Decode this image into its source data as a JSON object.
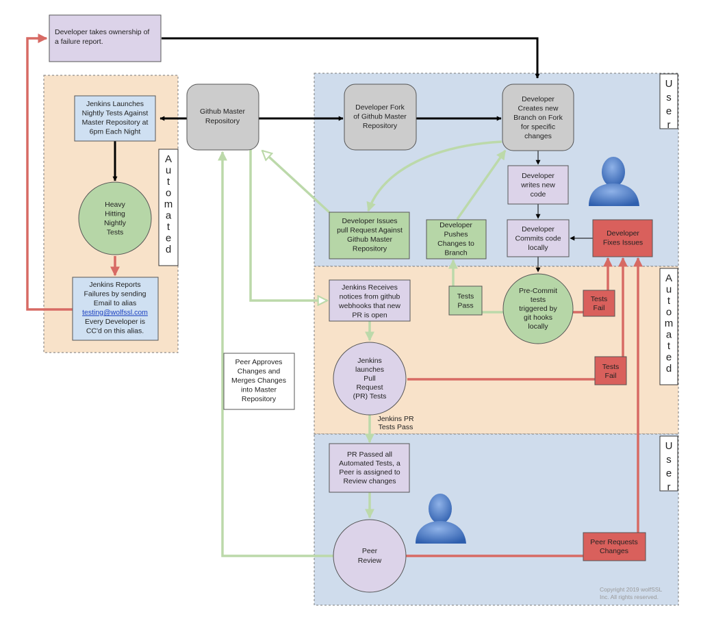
{
  "colors": {
    "user_zone": "#cfdcec",
    "auto_zone": "#f8e2c9",
    "gray_node": "#cccccc",
    "blue_node": "#cfe0f2",
    "purple_node": "#dcd3e9",
    "green_node": "#b6d6a7",
    "red_node": "#d9605c",
    "black_arrow": "#000000",
    "green_arrow": "#bcd9aa",
    "red_arrow": "#d76a64"
  },
  "zones": {
    "user_label": "User",
    "automated_label": "Automated"
  },
  "nodes": {
    "ownership": [
      "Developer takes ownership of",
      "a failure report."
    ],
    "jenkins_nightly": [
      "Jenkins Launches",
      "Nightly Tests Against",
      "Master Repository at",
      "6pm Each Night"
    ],
    "heavy_tests": [
      "Heavy",
      "Hitting",
      "Nightly",
      "Tests"
    ],
    "jenkins_reports_1": [
      "Jenkins Reports",
      "Failures by sending",
      "Email to alias"
    ],
    "jenkins_reports_email": "testing@wolfssl.com",
    "jenkins_reports_2": [
      "Every Developer is",
      "CC'd on this alias."
    ],
    "github_master": [
      "Github Master",
      "Repository"
    ],
    "dev_fork": [
      "Developer Fork",
      "of Github Master",
      "Repository"
    ],
    "dev_branch": [
      "Developer",
      "Creates new",
      "Branch on Fork",
      "for specific",
      "changes"
    ],
    "dev_writes": [
      "Developer",
      "writes new",
      "code"
    ],
    "dev_commits": [
      "Developer",
      "Commits code",
      "locally"
    ],
    "dev_fixes": [
      "Developer",
      "Fixes Issues"
    ],
    "dev_pr": [
      "Developer Issues",
      "pull Request Against",
      "Github Master",
      "Repository"
    ],
    "dev_pushes": [
      "Developer",
      "Pushes",
      "Changes to",
      "Branch"
    ],
    "tests_pass": [
      "Tests",
      "Pass"
    ],
    "precommit": [
      "Pre-Commit",
      "tests",
      "triggered by",
      "git hooks",
      "locally"
    ],
    "tests_fail_1": [
      "Tests",
      "Fail"
    ],
    "jenkins_receives": [
      "Jenkins Receives",
      "notices from github",
      "webhooks that new",
      "PR is open"
    ],
    "jenkins_pr_tests": [
      "Jenkins",
      "launches",
      "Pull",
      "Request",
      "(PR) Tests"
    ],
    "tests_fail_2": [
      "Tests",
      "Fail"
    ],
    "peer_approves": [
      "Peer Approves",
      "Changes and",
      "Merges Changes",
      "into Master",
      "Repository"
    ],
    "jenkins_pr_pass": [
      "Jenkins PR",
      "Tests Pass"
    ],
    "pr_passed": [
      "PR Passed all",
      "Automated Tests, a",
      "Peer is assigned to",
      "Review changes"
    ],
    "peer_review": [
      "Peer",
      "Review"
    ],
    "peer_requests": [
      "Peer Requests",
      "Changes"
    ]
  },
  "copyright": [
    "Copyright 2019 wolfSSL",
    "Inc.  All rights reserved."
  ]
}
